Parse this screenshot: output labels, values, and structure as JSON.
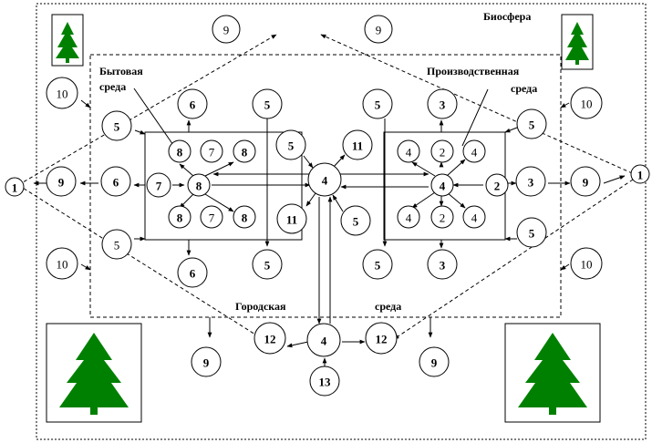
{
  "labels": {
    "biosphere": "Биосфера",
    "household_line1": "Бытовая",
    "household_line2": "среда",
    "production_line1": "Производственная",
    "production_line2": "среда",
    "urban_word1": "Городская",
    "urban_word2": "среда"
  },
  "nodes": [
    {
      "id": "n9-top-left",
      "label": "9",
      "bold": false
    },
    {
      "id": "n9-top-right",
      "label": "9",
      "bold": false
    },
    {
      "id": "n10-ul",
      "label": "10",
      "bold": false
    },
    {
      "id": "n10-ur",
      "label": "10",
      "bold": false
    },
    {
      "id": "n10-ll",
      "label": "10",
      "bold": false
    },
    {
      "id": "n10-lr",
      "label": "10",
      "bold": false
    },
    {
      "id": "n1-left",
      "label": "1",
      "bold": true
    },
    {
      "id": "n1-right",
      "label": "1",
      "bold": true
    },
    {
      "id": "n9-left",
      "label": "9",
      "bold": true
    },
    {
      "id": "n9-right",
      "label": "9",
      "bold": true
    },
    {
      "id": "n6-left",
      "label": "6",
      "bold": true
    },
    {
      "id": "n5-ul",
      "label": "5",
      "bold": true
    },
    {
      "id": "n5-ll",
      "label": "5",
      "bold": false
    },
    {
      "id": "n6-top",
      "label": "6",
      "bold": true
    },
    {
      "id": "n6-bottom",
      "label": "6",
      "bold": true
    },
    {
      "id": "n5-tm1",
      "label": "5",
      "bold": true
    },
    {
      "id": "n5-bm1",
      "label": "5",
      "bold": true
    },
    {
      "id": "n8-a",
      "label": "8",
      "bold": true
    },
    {
      "id": "n7-a",
      "label": "7",
      "bold": false
    },
    {
      "id": "n8-b",
      "label": "8",
      "bold": true
    },
    {
      "id": "n7-left",
      "label": "7",
      "bold": true
    },
    {
      "id": "n8-center",
      "label": "8",
      "bold": true
    },
    {
      "id": "n8-c",
      "label": "8",
      "bold": true
    },
    {
      "id": "n7-b",
      "label": "7",
      "bold": false
    },
    {
      "id": "n8-d",
      "label": "8",
      "bold": true
    },
    {
      "id": "n5-center",
      "label": "5",
      "bold": true
    },
    {
      "id": "n11-top",
      "label": "11",
      "bold": true
    },
    {
      "id": "n4-center",
      "label": "4",
      "bold": true
    },
    {
      "id": "n11-bottom",
      "label": "11",
      "bold": true
    },
    {
      "id": "n5-center-low",
      "label": "5",
      "bold": true
    },
    {
      "id": "n5-tm2",
      "label": "5",
      "bold": true
    },
    {
      "id": "n5-bm2",
      "label": "5",
      "bold": true
    },
    {
      "id": "n3-top",
      "label": "3",
      "bold": true
    },
    {
      "id": "n3-bottom",
      "label": "3",
      "bold": true
    },
    {
      "id": "n5-ur",
      "label": "5",
      "bold": true
    },
    {
      "id": "n5-lr",
      "label": "5",
      "bold": true
    },
    {
      "id": "n3-right",
      "label": "3",
      "bold": true
    },
    {
      "id": "n2-right",
      "label": "2",
      "bold": true
    },
    {
      "id": "n4-a",
      "label": "4",
      "bold": false
    },
    {
      "id": "n2-a",
      "label": "2",
      "bold": false
    },
    {
      "id": "n4-b",
      "label": "4",
      "bold": false
    },
    {
      "id": "n4-prod",
      "label": "4",
      "bold": true
    },
    {
      "id": "n4-c",
      "label": "4",
      "bold": false
    },
    {
      "id": "n2-b",
      "label": "2",
      "bold": false
    },
    {
      "id": "n4-d",
      "label": "4",
      "bold": false
    },
    {
      "id": "n12-left",
      "label": "12",
      "bold": true
    },
    {
      "id": "n4-urban",
      "label": "4",
      "bold": true
    },
    {
      "id": "n12-right",
      "label": "12",
      "bold": true
    },
    {
      "id": "n13",
      "label": "13",
      "bold": true
    },
    {
      "id": "n9-bl",
      "label": "9",
      "bold": true
    },
    {
      "id": "n9-br",
      "label": "9",
      "bold": true
    }
  ],
  "icons": [
    "tree-icon-small-left",
    "tree-icon-small-right",
    "tree-icon-large-left",
    "tree-icon-large-right"
  ],
  "colors": {
    "tree": "#008000",
    "line": "#000000"
  }
}
